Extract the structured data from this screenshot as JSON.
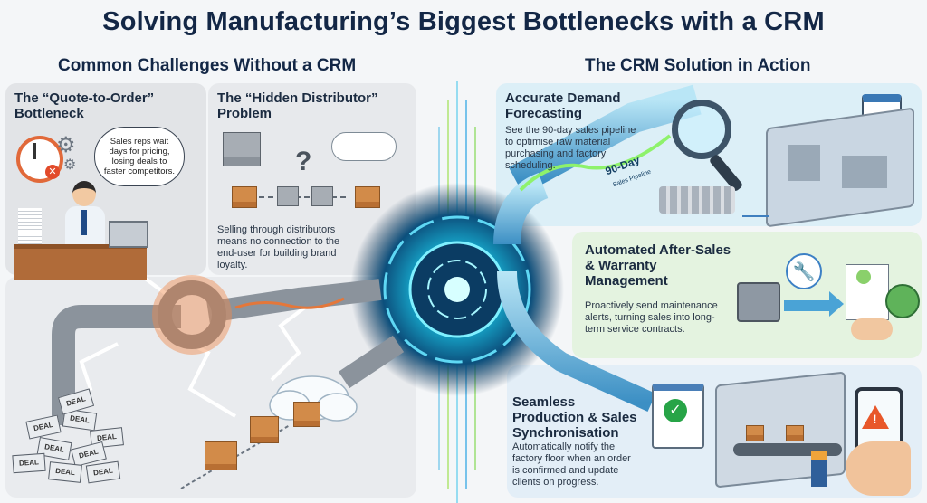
{
  "header": {
    "title": "Solving Manufacturing’s Biggest Bottlenecks with a CRM"
  },
  "left": {
    "heading": "Common Challenges Without a CRM",
    "panel_quote": {
      "title": "The “Quote-to-Order” Bottleneck",
      "bubble": "Sales reps wait days for pricing, losing deals to faster competitors."
    },
    "panel_distributor": {
      "title": "The “Hidden Distributor” Problem",
      "question_mark": "?",
      "body": "Selling through distributors means no connection to the end-user for building brand loyalty."
    },
    "deal_papers": [
      "DEAL",
      "DEAL",
      "DEAL",
      "DEAL",
      "DEAL",
      "DEAL",
      "DEAL",
      "DEAL",
      "DEAL"
    ]
  },
  "right": {
    "heading": "The CRM Solution in Action",
    "forecasting": {
      "title": "Accurate Demand Forecasting",
      "body": "See the 90-day sales pipeline to optimise raw material purchasing and factory scheduling.",
      "pipe_label": "90-Day",
      "pipe_sublabel": "Sales Pipeline"
    },
    "after_sales": {
      "title": "Automated After-Sales & Warranty Management",
      "body": "Proactively send maintenance alerts, turning sales into long-term service contracts."
    },
    "sync": {
      "title": "Seamless Production & Sales Synchronisation",
      "body": "Automatically notify the factory floor when an order is confirmed and update clients on progress."
    }
  },
  "colors": {
    "title": "#132746",
    "left_panel": "#e3e5e8",
    "right_panel_blue": "#dcefF7",
    "right_panel_green": "#e4f3e0",
    "glow": "#18b6d8",
    "pipe_blue": "#4aa3d6",
    "warning": "#e8572a"
  }
}
